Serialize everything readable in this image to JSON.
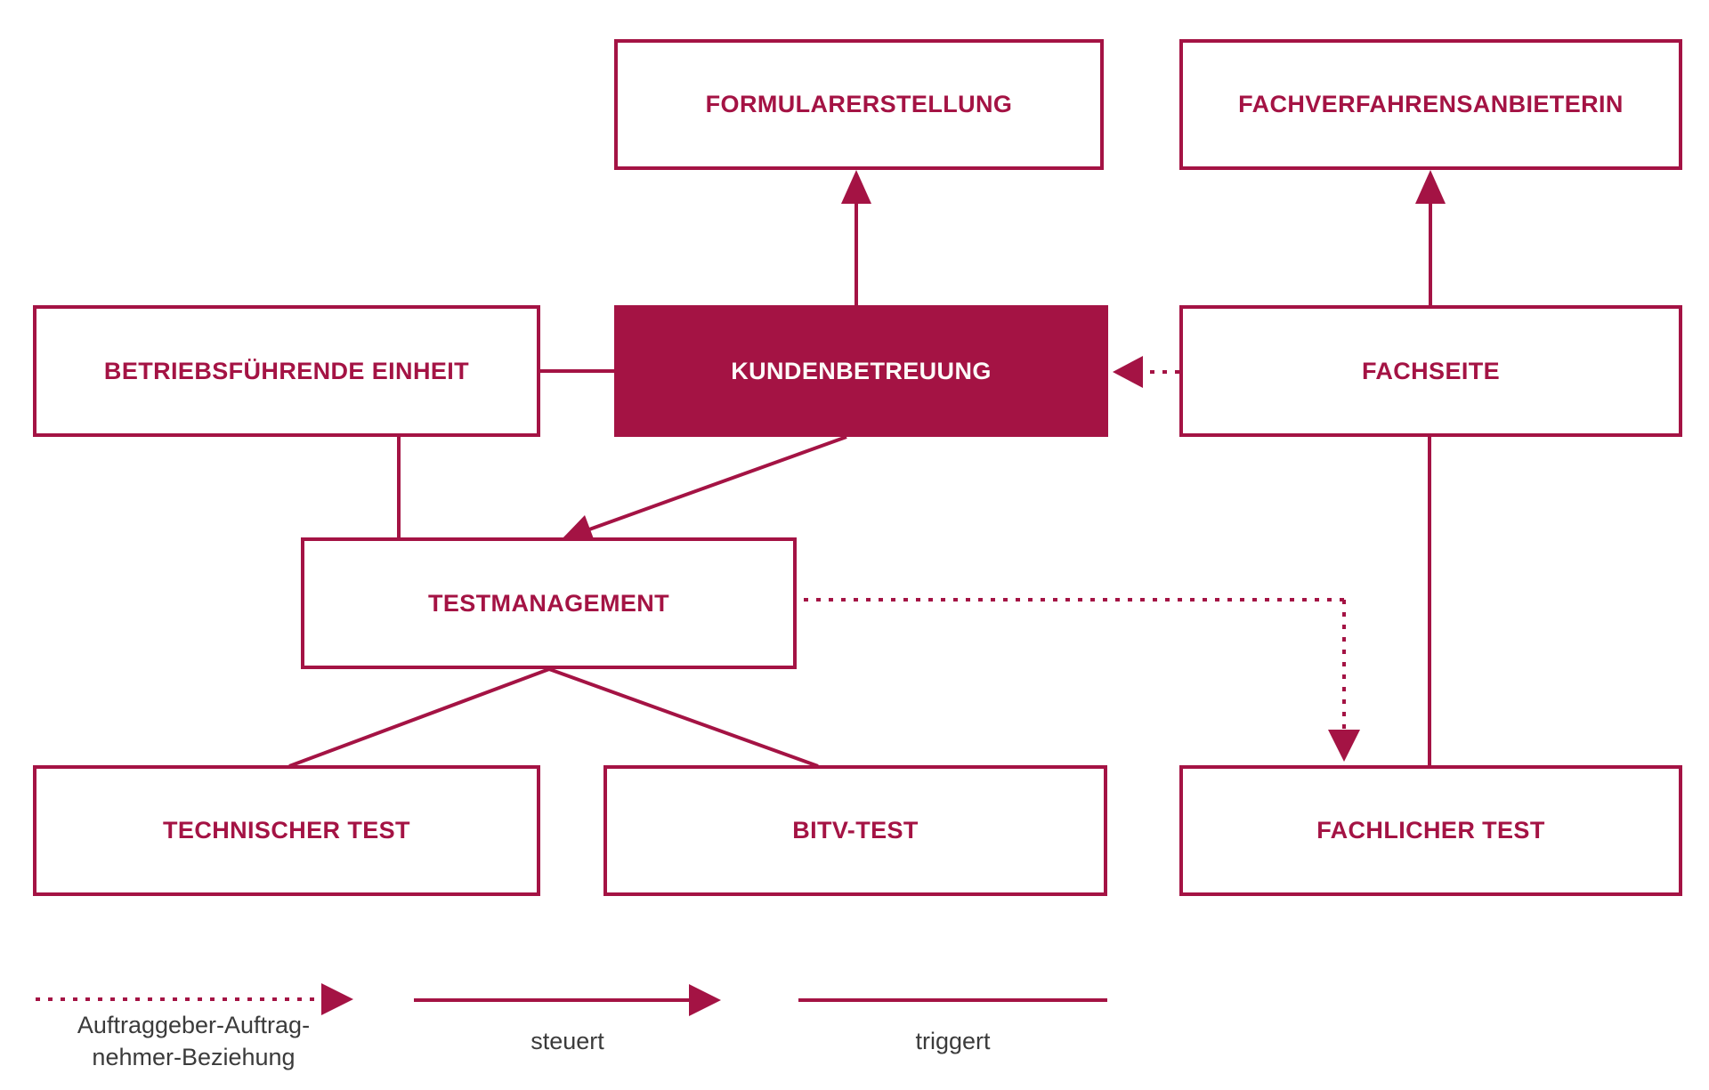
{
  "colors": {
    "accent": "#A41344",
    "legend_text": "#3B3B3B",
    "node_text_on_fill": "#FDFBF9",
    "background": "#FFFFFF"
  },
  "nodes": [
    {
      "id": "formularerstellung",
      "label": "FORMULARERSTELLUNG",
      "filled": false
    },
    {
      "id": "fachverfahrensanbieterin",
      "label": "FACHVERFAHRENSANBIETERIN",
      "filled": false
    },
    {
      "id": "betriebsfuehrende-einheit",
      "label": "BETRIEBSFÜHRENDE EINHEIT",
      "filled": false
    },
    {
      "id": "kundenbetreuung",
      "label": "KUNDENBETREUUNG",
      "filled": true
    },
    {
      "id": "fachseite",
      "label": "FACHSEITE",
      "filled": false
    },
    {
      "id": "testmanagement",
      "label": "TESTMANAGEMENT",
      "filled": false
    },
    {
      "id": "technischer-test",
      "label": "TECHNISCHER TEST",
      "filled": false
    },
    {
      "id": "bitv-test",
      "label": "BITV-TEST",
      "filled": false
    },
    {
      "id": "fachlicher-test",
      "label": "FACHLICHER TEST",
      "filled": false
    }
  ],
  "edges": [
    {
      "from": "kundenbetreuung",
      "to": "formularerstellung",
      "relation": "steuert",
      "style": "solid-arrow"
    },
    {
      "from": "fachseite",
      "to": "fachverfahrensanbieterin",
      "relation": "steuert",
      "style": "solid-arrow"
    },
    {
      "from": "betriebsfuehrende-einheit",
      "to": "kundenbetreuung",
      "relation": "triggert",
      "style": "plain-line"
    },
    {
      "from": "fachseite",
      "to": "kundenbetreuung",
      "relation": "Auftraggeber-Auftragnehmer-Beziehung",
      "style": "dotted-arrow"
    },
    {
      "from": "kundenbetreuung",
      "to": "testmanagement",
      "relation": "steuert",
      "style": "solid-arrow"
    },
    {
      "from": "betriebsfuehrende-einheit",
      "to": "testmanagement",
      "relation": "triggert",
      "style": "plain-line"
    },
    {
      "from": "testmanagement",
      "to": "technischer-test",
      "relation": "triggert",
      "style": "plain-line"
    },
    {
      "from": "testmanagement",
      "to": "bitv-test",
      "relation": "triggert",
      "style": "plain-line"
    },
    {
      "from": "testmanagement",
      "to": "fachlicher-test",
      "relation": "Auftraggeber-Auftragnehmer-Beziehung",
      "style": "dotted-arrow"
    },
    {
      "from": "fachseite",
      "to": "fachlicher-test",
      "relation": "triggert",
      "style": "plain-line"
    }
  ],
  "legend": [
    {
      "style": "dotted-arrow",
      "label_lines": [
        "Auftraggeber-Auftrag-",
        "nehmer-Beziehung"
      ]
    },
    {
      "style": "solid-arrow",
      "label_lines": [
        "steuert"
      ]
    },
    {
      "style": "plain-line",
      "label_lines": [
        "triggert"
      ]
    }
  ]
}
